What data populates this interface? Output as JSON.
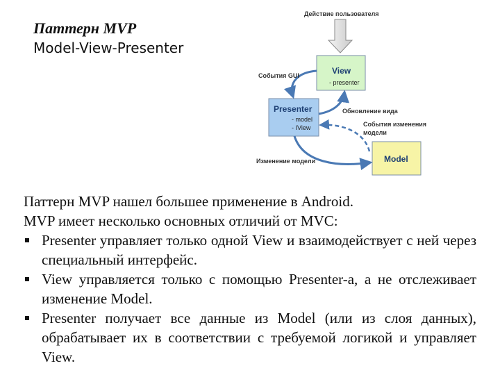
{
  "header": {
    "title": "Паттерн MVP",
    "subtitle": "Model-View-Presenter"
  },
  "diagram": {
    "user_action": "Действие пользователя",
    "view_title": "View",
    "view_sub": "- presenter",
    "presenter_title": "Presenter",
    "presenter_sub1": "- model",
    "presenter_sub2": "- IView",
    "model_title": "Model",
    "gui_events": "События GUI",
    "view_update": "Обновление вида",
    "model_change_events_1": "События изменения",
    "model_change_events_2": "модели",
    "model_change": "Изменение модели",
    "colors": {
      "view_fill": "#d6f5c8",
      "presenter_fill": "#a9cdf0",
      "model_fill": "#f7f4a6",
      "arrow": "#4a79b4",
      "box_border": "#7a8ea8"
    }
  },
  "body": {
    "paragraph1": "Паттерн MVP нашел большее применение в Android.",
    "paragraph2": "MVP имеет несколько основных отличий от MVC:",
    "bullets": [
      "Presenter управляет только одной View и взаимодействует с ней через специальный интерфейс.",
      "View управляется только с помощью Presenter-а, а не отслеживает изменение Model.",
      "Presenter получает все данные из Model (или из слоя данных), обрабатывает их в соответствии с требуемой логикой и управляет View."
    ]
  }
}
